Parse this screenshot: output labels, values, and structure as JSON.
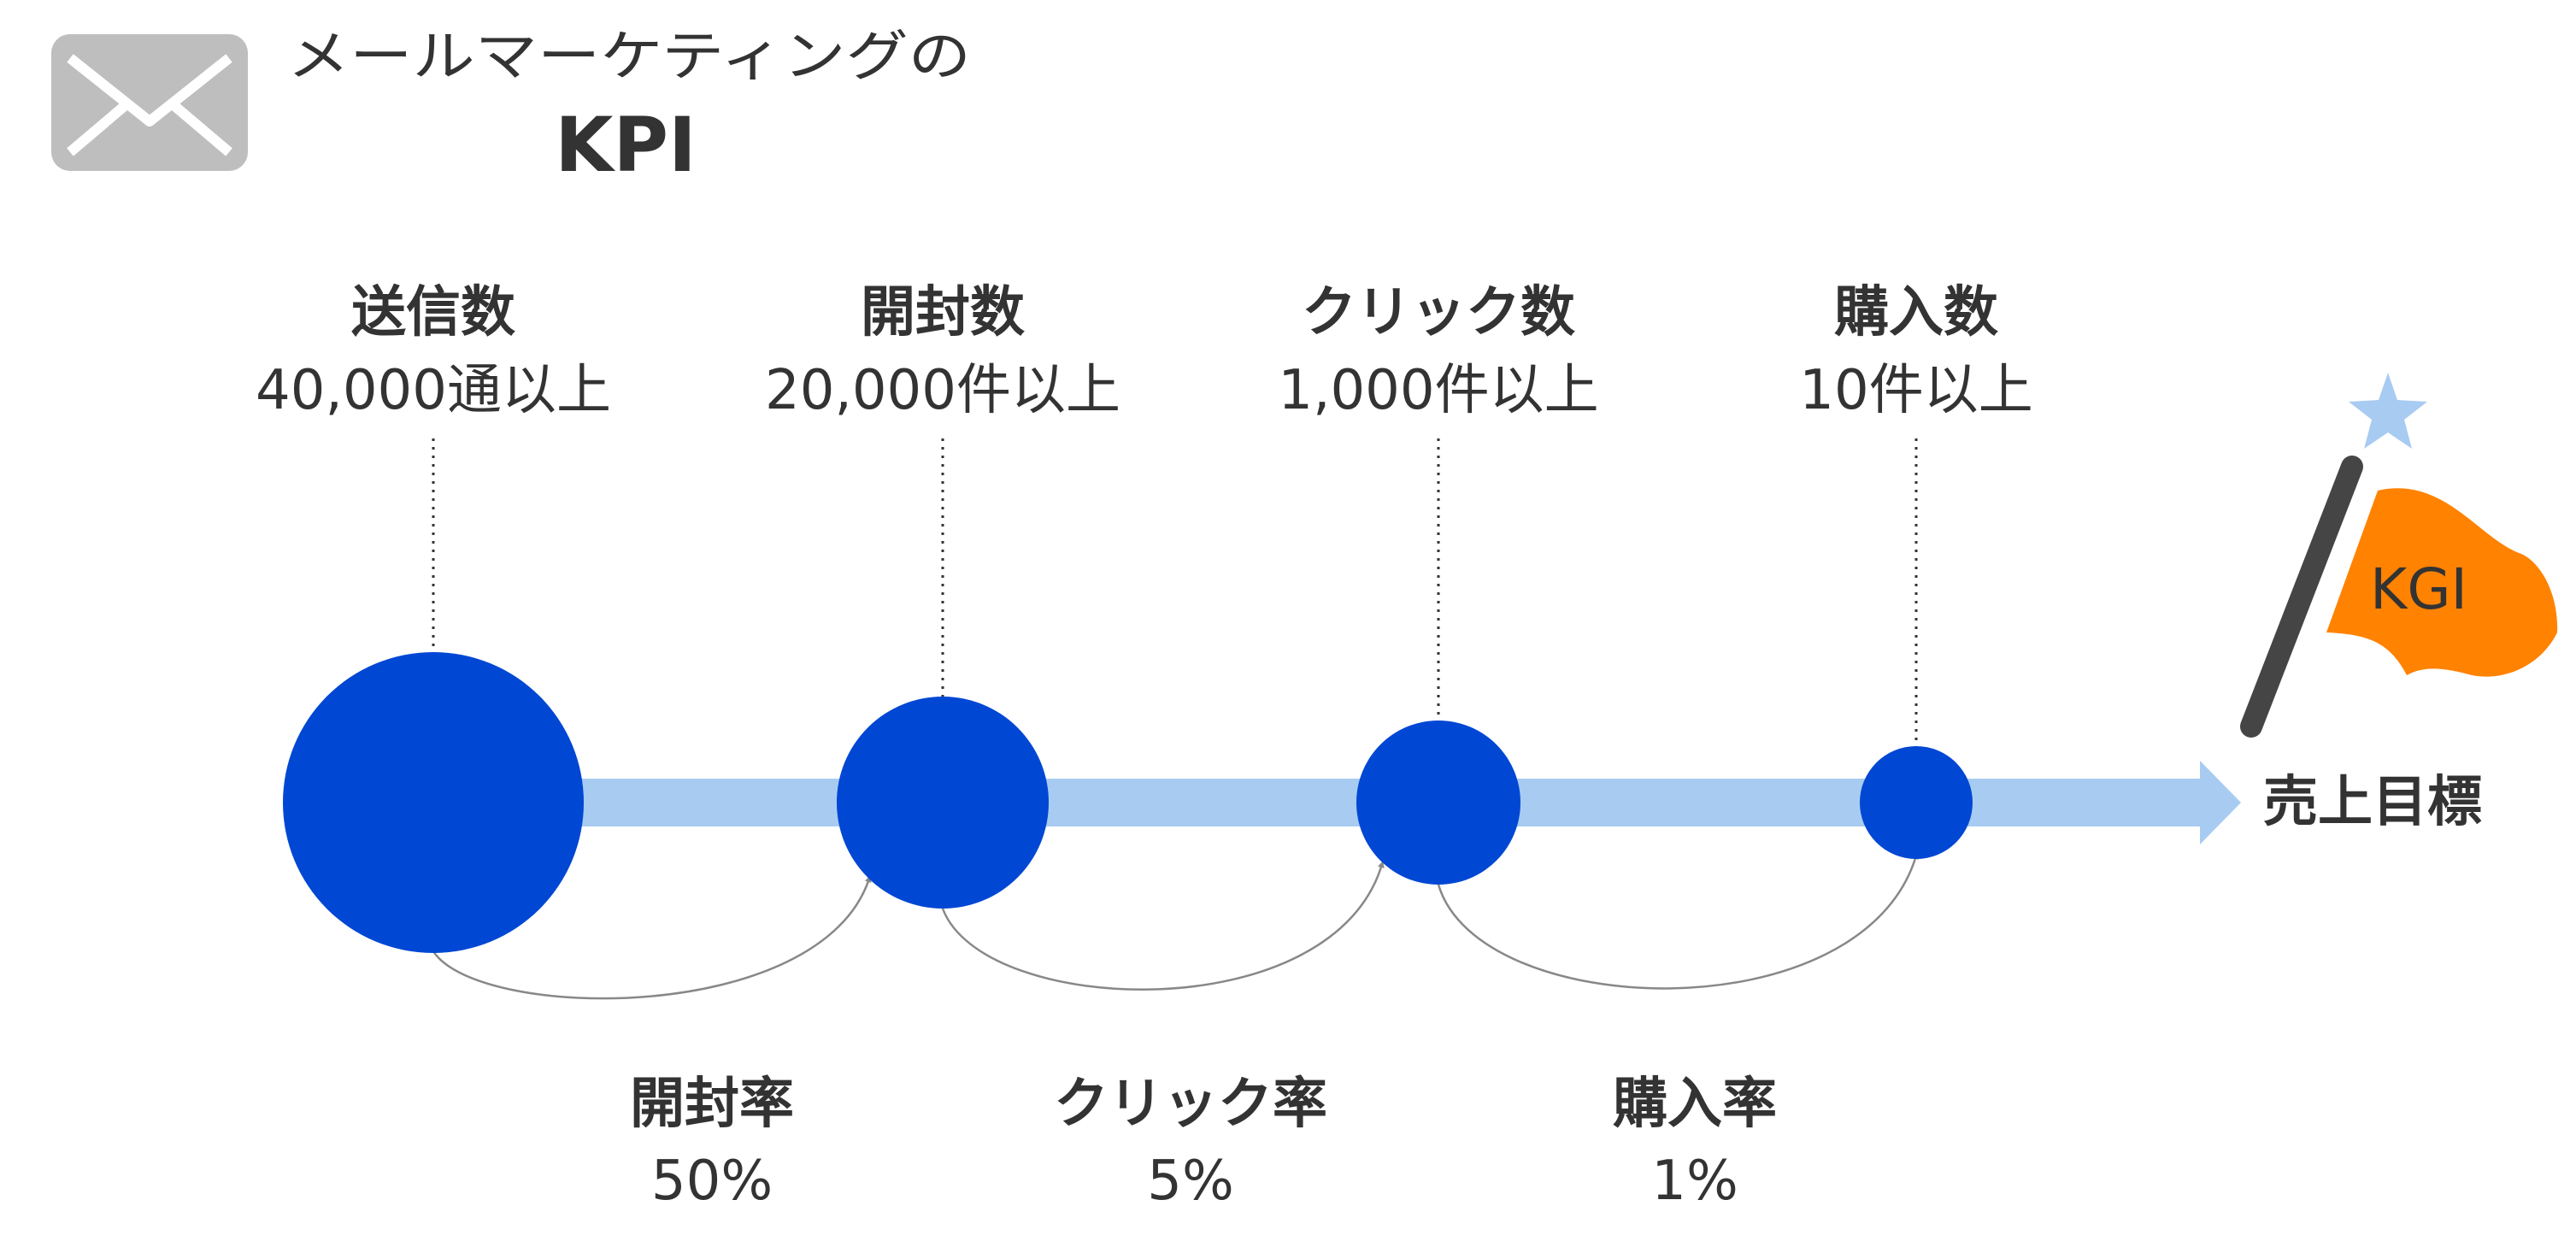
{
  "header": {
    "subtitle": "メールマーケティングの",
    "title": "KPI",
    "icon": "mail-envelope-icon"
  },
  "colors": {
    "stage_circle": "#0047D4",
    "timeline": "#A8CBF2",
    "flag": "#FF8200",
    "flag_pole": "#454545",
    "star": "#A8CBF2",
    "icon": "#BEBEBE",
    "arc": "#888888",
    "text": "#333333"
  },
  "stages": [
    {
      "name": "送信数",
      "value": "40,000通以上"
    },
    {
      "name": "開封数",
      "value": "20,000件以上"
    },
    {
      "name": "クリック数",
      "value": "1,000件以上"
    },
    {
      "name": "購入数",
      "value": "10件以上"
    }
  ],
  "rates": [
    {
      "name": "開封率",
      "value": "50%"
    },
    {
      "name": "クリック率",
      "value": "5%"
    },
    {
      "name": "購入率",
      "value": "1%"
    }
  ],
  "goal": {
    "label": "売上目標",
    "flag_text": "KGI",
    "icons": [
      "flag-icon",
      "star-icon"
    ]
  }
}
